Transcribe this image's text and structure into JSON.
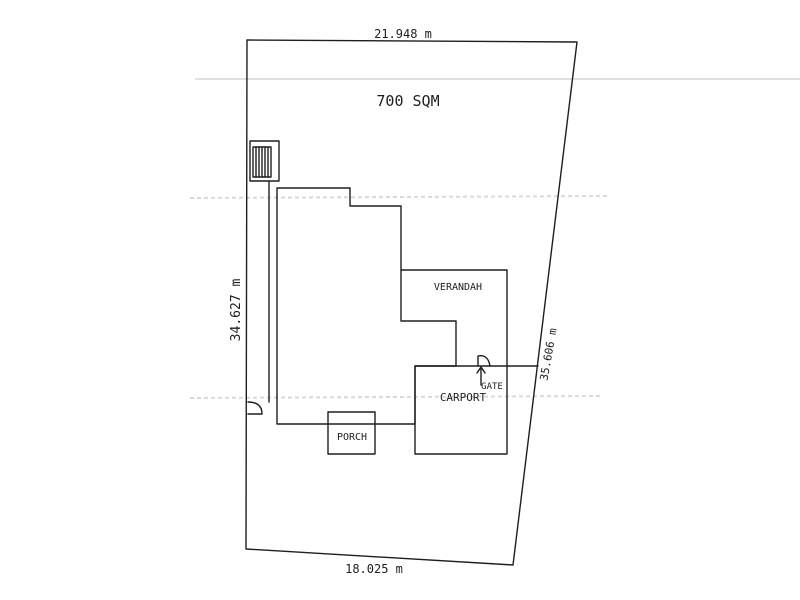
{
  "diagram": {
    "area_label": "700 SQM",
    "dimensions": {
      "top": "21.948 m",
      "left": "34.627 m",
      "right": "35.606 m",
      "bottom": "18.025 m"
    },
    "rooms": {
      "verandah": "VERANDAH",
      "carport": "CARPORT",
      "porch": "PORCH",
      "gate": "GATE"
    }
  }
}
